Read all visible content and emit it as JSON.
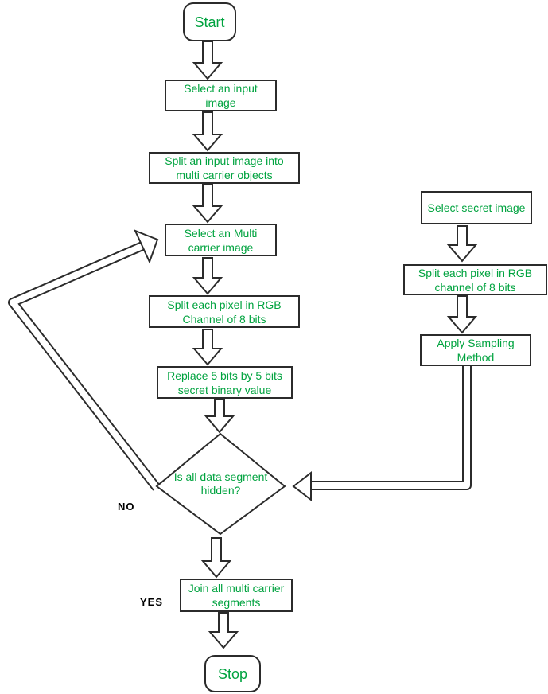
{
  "colors": {
    "node_text_green": "#00a33f",
    "outline": "#2b2b2b",
    "branch_label_black": "#000000",
    "background": "#ffffff"
  },
  "flowchart": {
    "nodes": {
      "start": {
        "label": "Start"
      },
      "select_input": {
        "label": "Select an input image"
      },
      "split_input": {
        "label": "Split an input image into multi carrier objects"
      },
      "select_multi": {
        "label": "Select an Multi carrier image"
      },
      "split_pixel_rgb": {
        "label": "Split each pixel in RGB Channel of 8 bits"
      },
      "replace_bits": {
        "label": "Replace 5 bits by 5 bits secret binary value"
      },
      "decision": {
        "label": "Is all data segment hidden?"
      },
      "join_segments": {
        "label": "Join all multi carrier segments"
      },
      "stop": {
        "label": "Stop"
      },
      "select_secret": {
        "label": "Select secret image"
      },
      "split_pixel_secret": {
        "label": "Split each pixel in RGB channel of 8 bits"
      },
      "apply_sampling": {
        "label": "Apply Sampling Method"
      }
    },
    "branch_labels": {
      "no": "NO",
      "yes": "YES"
    }
  }
}
